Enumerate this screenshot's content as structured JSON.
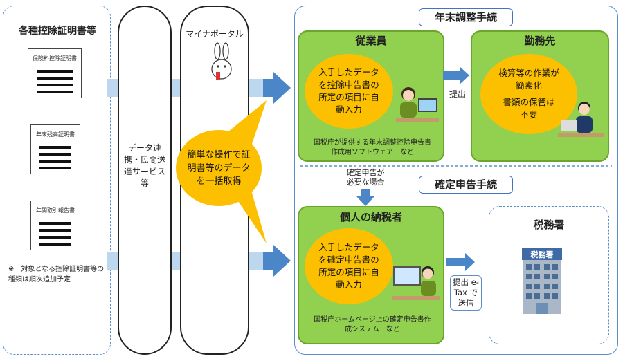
{
  "left_panel": {
    "title": "各種控除証明書等",
    "docs": [
      "保険料控除証明書",
      "年末残高証明書",
      "年間取引報告書"
    ],
    "note": "※　対象となる控除証明書等の種類は順次追加予定"
  },
  "pillar1": {
    "label": "データ連携・民間送達サービス等"
  },
  "pillar2": {
    "label": "マイナポータル"
  },
  "bubble": {
    "text": "簡単な操作で証明書等のデータを一括取得"
  },
  "nenmatsu": {
    "title": "年末調整手続",
    "employee": {
      "title": "従業員",
      "bubble": "入手したデータを控除申告書の所定の項目に自動入力",
      "note": "国税庁が提供する年末調整控除申告書作成用ソフトウェア　など"
    },
    "submit_label": "提出",
    "employer": {
      "title": "勤務先",
      "bubble_line1": "検算等の作業が簡素化",
      "bubble_line2": "書類の保管は不要"
    }
  },
  "kakutei_needed": "確定申告が必要な場合",
  "kakutei": {
    "title": "確定申告手続",
    "taxpayer": {
      "title": "個人の納税者",
      "bubble": "入手したデータを確定申告書の所定の項目に自動入力",
      "note": "国税庁ホームページ上の確定申告書作成システム　など"
    },
    "submit_label": "提出 e-Tax で送信",
    "office": {
      "title": "税務署",
      "sign": "税務署"
    }
  },
  "colors": {
    "green": "#92d050",
    "yellow": "#fcc000",
    "arrow": "#4a86c8",
    "band": "#bdd7ee"
  }
}
